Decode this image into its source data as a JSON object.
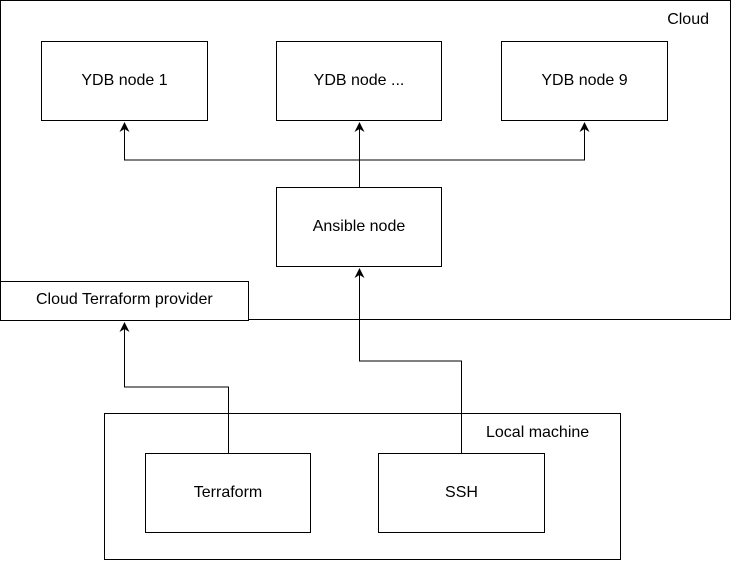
{
  "cloud": {
    "label": "Cloud"
  },
  "provider": {
    "label": "Cloud Terraform provider"
  },
  "ydb_nodes": [
    {
      "label": "YDB node 1"
    },
    {
      "label": "YDB node ..."
    },
    {
      "label": "YDB node 9"
    }
  ],
  "ansible": {
    "label": "Ansible node"
  },
  "local_machine": {
    "label": "Local machine",
    "terraform_label": "Terraform",
    "ssh_label": "SSH"
  },
  "colors": {
    "stroke": "#000000",
    "fill": "#ffffff"
  }
}
